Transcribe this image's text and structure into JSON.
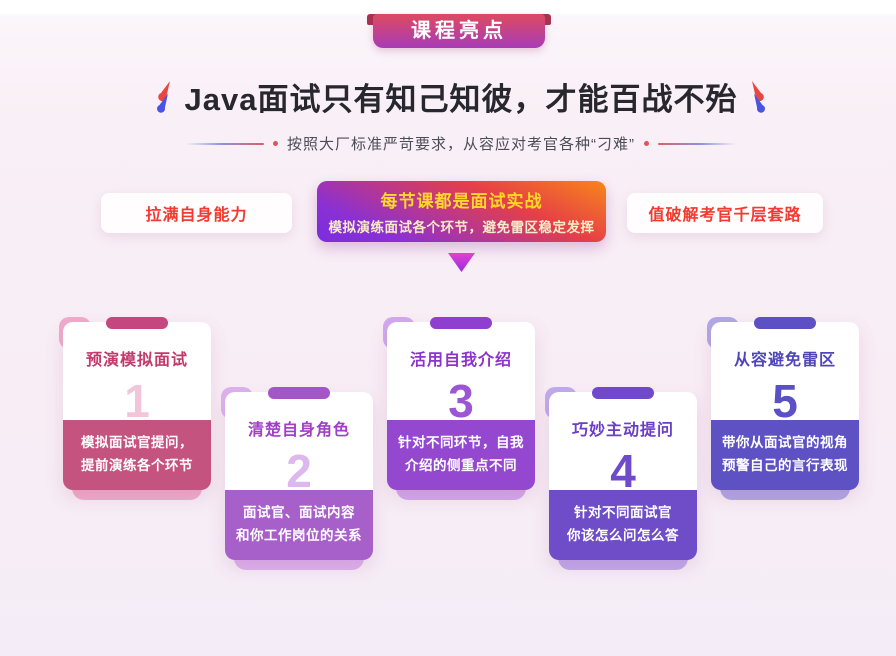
{
  "section": {
    "ribbon_label": "课程亮点"
  },
  "hero": {
    "title": "Java面试只有知己知彼，才能百战不殆",
    "subtitle": "按照大厂标准严苛要求，从容应对考官各种“刁难”"
  },
  "tabs": {
    "left": {
      "label": "拉满自身能力"
    },
    "center": {
      "title": "每节课都是面试实战",
      "subtitle": "模拟演练面试各个环节，避免雷区稳定发挥"
    },
    "right": {
      "label": "值破解考官千层套路"
    }
  },
  "cards": [
    {
      "number": "1",
      "title": "预演模拟面试",
      "desc": "模拟面试官提问，\n提前演练各个环节",
      "colors": {
        "notch": "#c4477f",
        "titlecolor": "#c23a6c",
        "numcolor": "#f2c6da",
        "panel": "#c5537f",
        "back": "#eeaccb"
      }
    },
    {
      "number": "2",
      "title": "清楚自身角色",
      "desc": "面试官、面试内容\n和你工作岗位的关系",
      "colors": {
        "notch": "#a455c8",
        "titlecolor": "#a13fc6",
        "numcolor": "#ddb8ee",
        "panel": "#a760ca",
        "back": "#dcb2ee"
      }
    },
    {
      "number": "3",
      "title": "活用自我介绍",
      "desc": "针对不同环节，自我\n介绍的侧重点不同",
      "colors": {
        "notch": "#8f3fd0",
        "titlecolor": "#8c33cc",
        "numcolor": "#9c55d6",
        "panel": "#9448d0",
        "back": "#d2a8ee"
      }
    },
    {
      "number": "4",
      "title": "巧妙主动提问",
      "desc": "针对不同面试官\n你该怎么问怎么答",
      "colors": {
        "notch": "#6f48cc",
        "titlecolor": "#6a3ec8",
        "numcolor": "#6f4aca",
        "panel": "#6f4cc8",
        "back": "#c0aaec"
      }
    },
    {
      "number": "5",
      "title": "从容避免雷区",
      "desc": "带你从面试官的视角\n预警自己的言行表现",
      "colors": {
        "notch": "#5c50c4",
        "titlecolor": "#5046ba",
        "numcolor": "#5b50c6",
        "panel": "#5d51c3",
        "back": "#b0a8e4"
      }
    }
  ],
  "colors": {
    "accent_red": "#f23a30",
    "highlight_yellow": "#ffd829",
    "title_text": "#28262e",
    "ribbon_gradient_top": "#dd4a60",
    "ribbon_gradient_bottom": "#a83bb8",
    "center_tab_gradient": [
      "#f8861a",
      "#e63f47",
      "#7a2ddd"
    ],
    "arrow_gradient": [
      "#e143ce",
      "#9a2be0"
    ]
  }
}
